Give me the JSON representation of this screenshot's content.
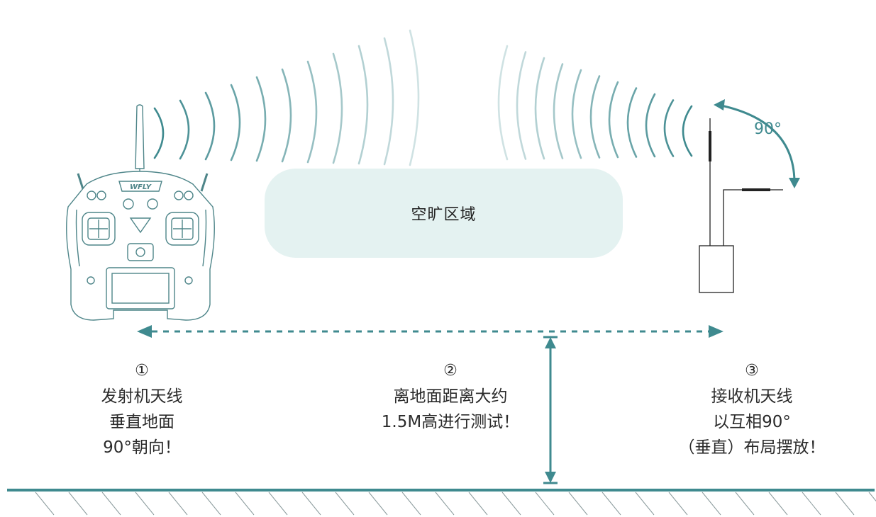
{
  "zone_label": "空旷区域",
  "angle_label": "90°",
  "steps": [
    {
      "num": "①",
      "lines": [
        "发射机天线",
        "垂直地面",
        "90°朝向！"
      ]
    },
    {
      "num": "②",
      "lines": [
        "离地面距离大约",
        "1.5M高进行测试！"
      ]
    },
    {
      "num": "③",
      "lines": [
        "接收机天线",
        "以互相90°",
        "（垂直）布局摆放！"
      ]
    }
  ],
  "transmitter_brand": "WFLY",
  "colors": {
    "accent": "#3f8a8f",
    "zone_fill": "#e4f2f1",
    "line": "#3f8a8f",
    "device_stroke": "#5a8f93"
  },
  "icons": [
    "transmitter-icon",
    "receiver-icon",
    "signal-wave-icon",
    "ground-icon"
  ]
}
